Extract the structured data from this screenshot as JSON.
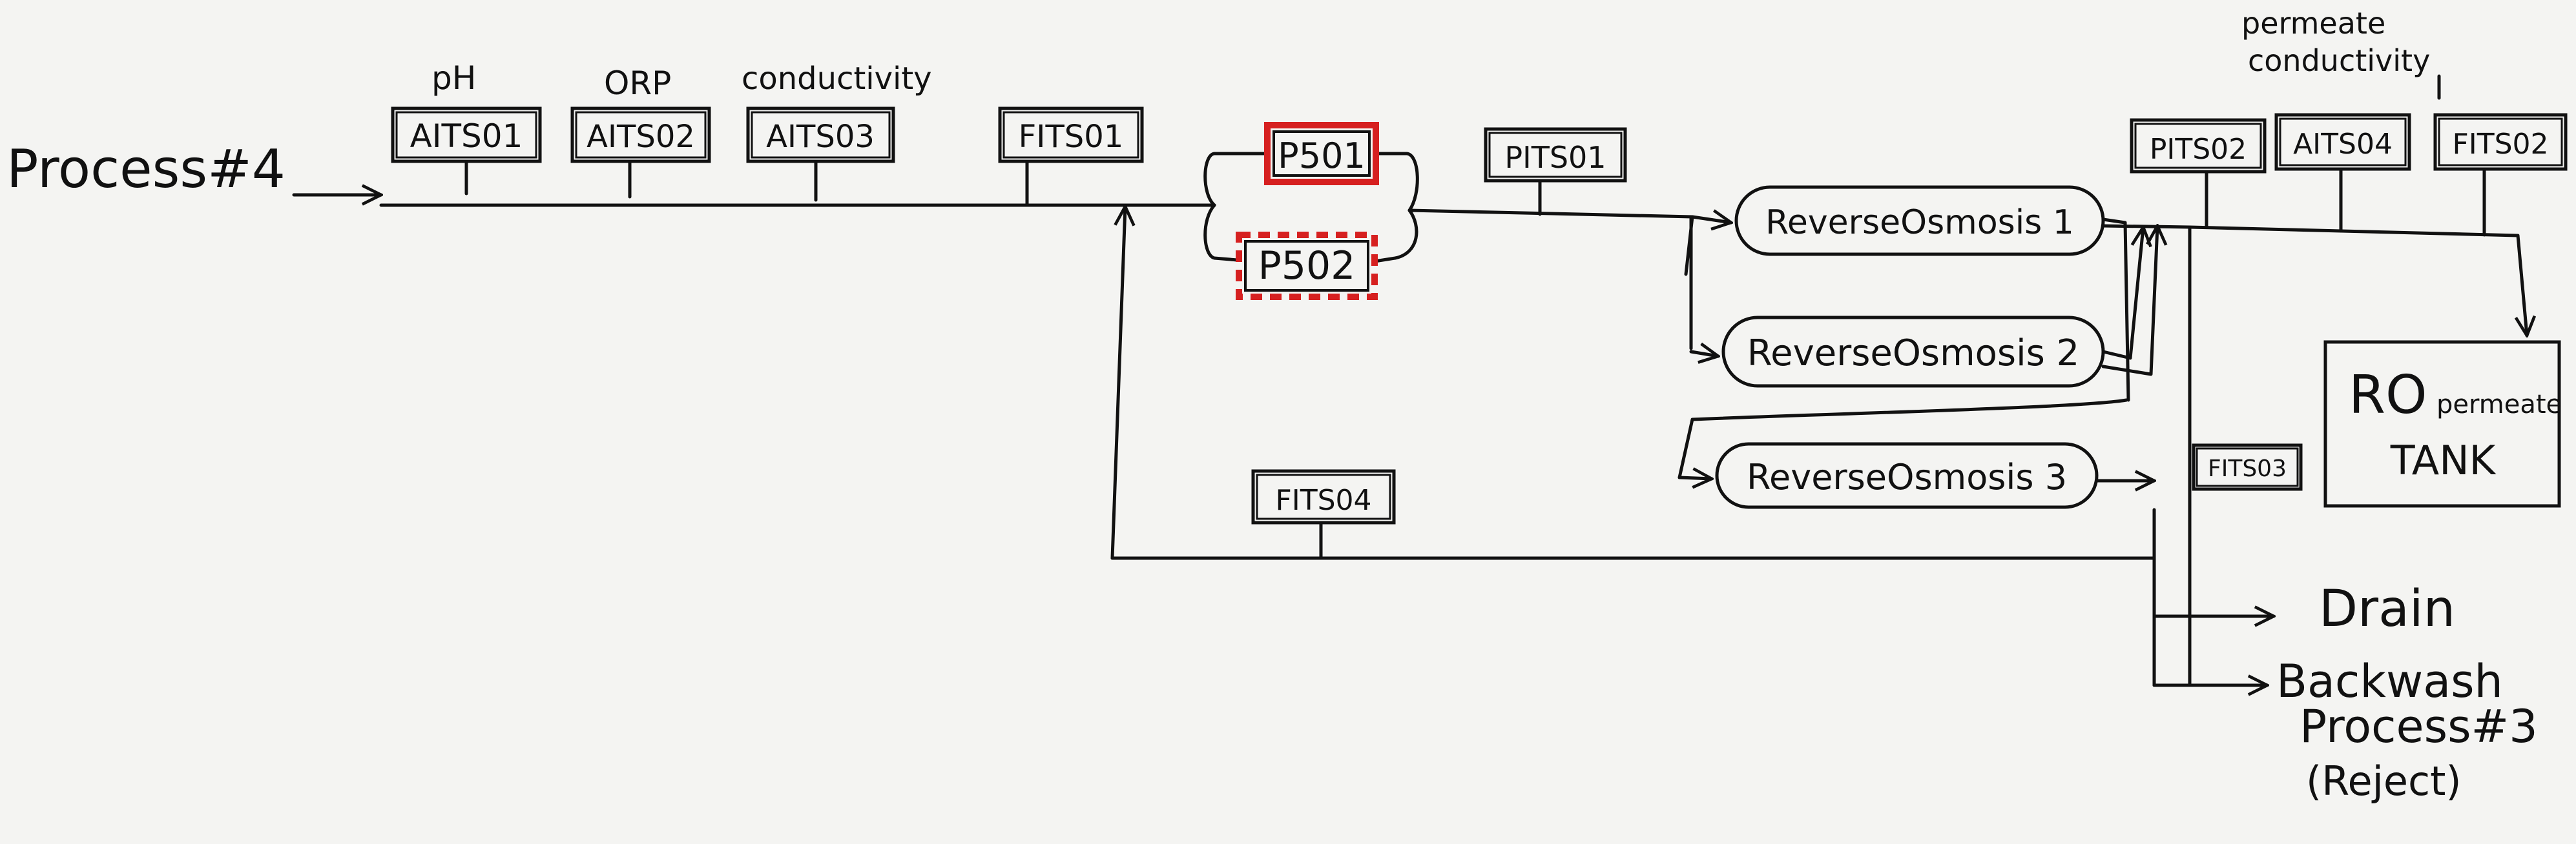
{
  "process_in": "Process#4",
  "sensors": {
    "ph_label": "pH",
    "orp_label": "ORP",
    "cond_label": "conductivity",
    "ait501": "AITS01",
    "ait502": "AITS02",
    "ait503": "AITS03",
    "fit501": "FITS01",
    "pit501": "PITS01",
    "pit502": "PITS02",
    "ait504": "AITS04",
    "fit502": "FITS02",
    "fit504": "FITS04",
    "fit503": "FITS03",
    "permeate_label_1": "permeate",
    "permeate_label_2": "conductivity"
  },
  "pumps": {
    "p501": "P501",
    "p502": "P502",
    "highlight": "#d62020"
  },
  "ro_units": [
    "ReverseOsmosis 1",
    "ReverseOsmosis 2",
    "ReverseOsmosis 3"
  ],
  "tank": {
    "line1a": "RO",
    "line1b": "permeate",
    "line2": "TANK"
  },
  "outputs": {
    "drain": "Drain",
    "backwash_1": "Backwash",
    "backwash_2": "Process#3",
    "backwash_3": "(Reject)"
  }
}
